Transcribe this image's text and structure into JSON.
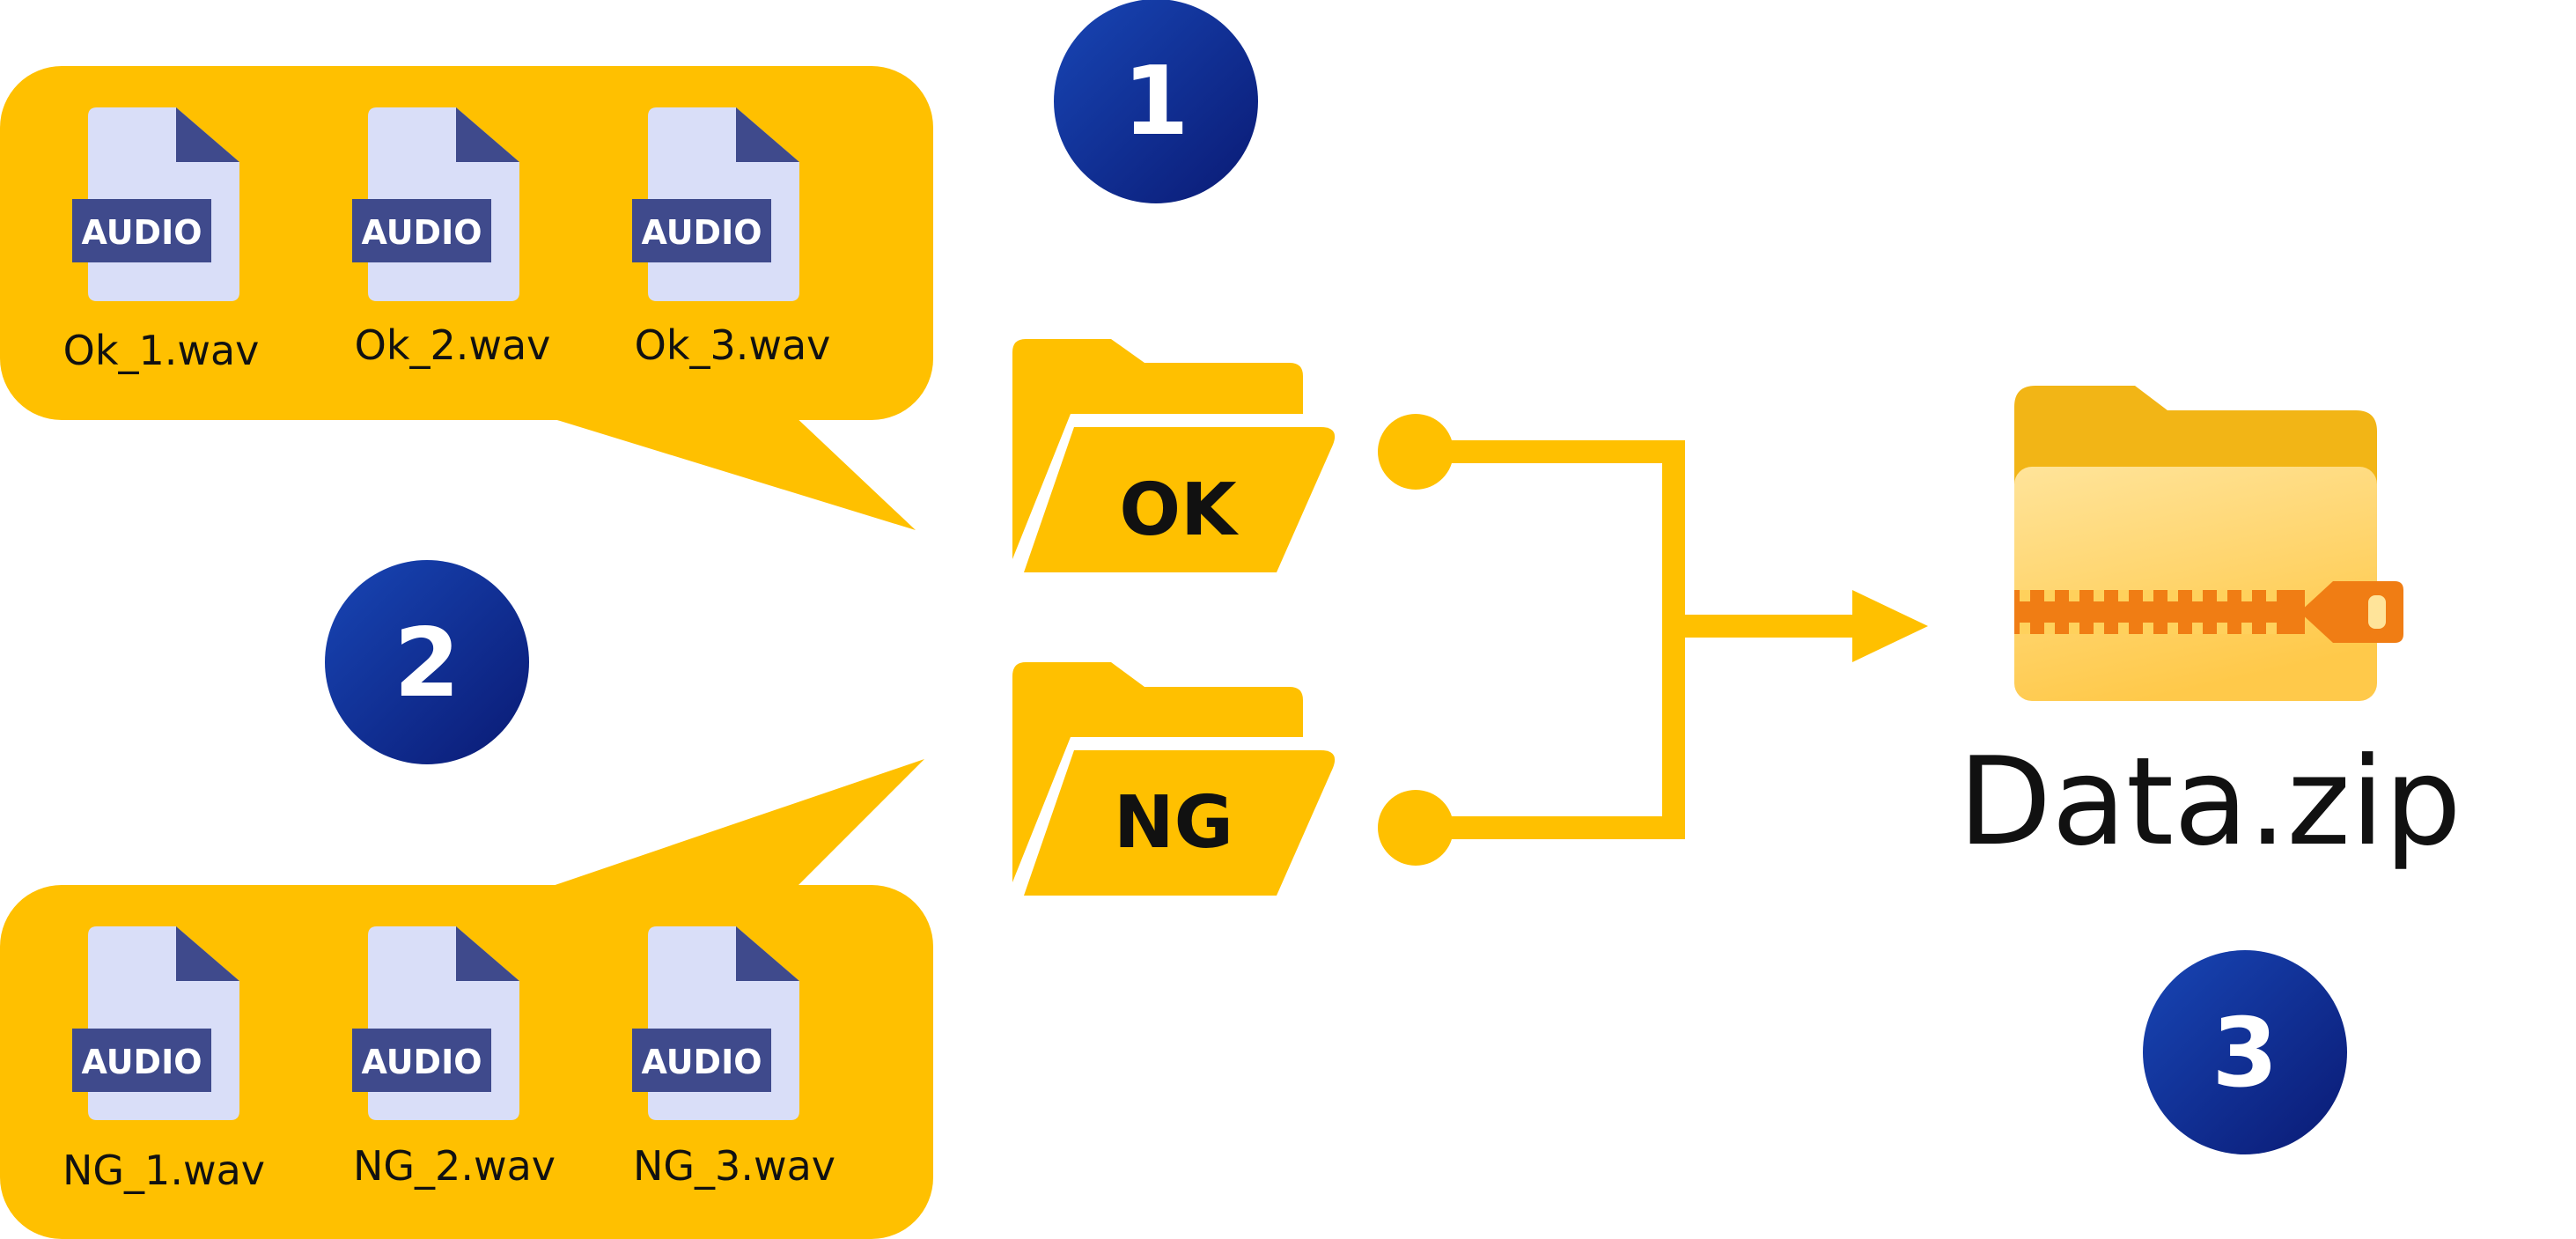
{
  "colors": {
    "accent": "#FFC000",
    "file_page": "#D9DEF8",
    "file_fold": "#3F4A8C",
    "audio_tag": "#3F4A8C",
    "step_circle": "#0D2A92",
    "zip_tab": "#F2B516",
    "zip_front": "#FFD15C",
    "zipper": "#F07D14"
  },
  "icons": {
    "file": "audio-file-icon",
    "folder": "folder-icon",
    "zip": "zip-folder-icon"
  },
  "ok_group": {
    "files": [
      {
        "tag": "AUDIO",
        "name": "Ok_1.wav"
      },
      {
        "tag": "AUDIO",
        "name": "Ok_2.wav"
      },
      {
        "tag": "AUDIO",
        "name": "Ok_3.wav"
      }
    ]
  },
  "ng_group": {
    "files": [
      {
        "tag": "AUDIO",
        "name": "NG_1.wav"
      },
      {
        "tag": "AUDIO",
        "name": "NG_2.wav"
      },
      {
        "tag": "AUDIO",
        "name": "NG_3.wav"
      }
    ]
  },
  "folders": {
    "ok": "OK",
    "ng": "NG"
  },
  "archive": {
    "name": "Data.zip"
  },
  "steps": [
    "1",
    "2",
    "3"
  ]
}
